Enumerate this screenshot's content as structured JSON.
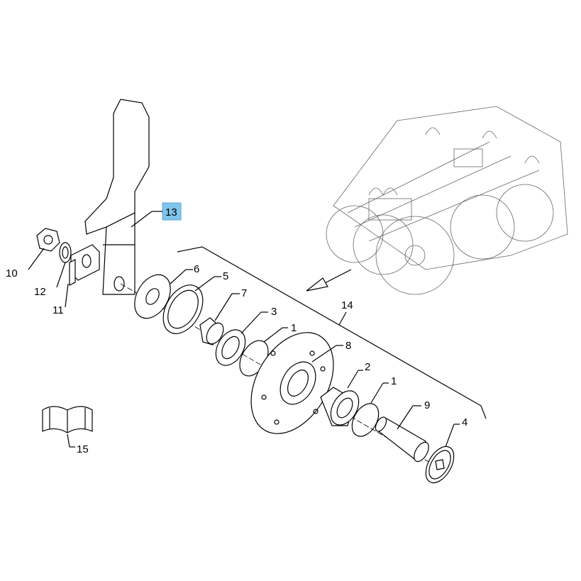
{
  "diagram": {
    "highlight_color": "#7fc4ea",
    "callouts": {
      "c10": "10",
      "c12": "12",
      "c11": "11",
      "c13": "13",
      "c6": "6",
      "c5": "5",
      "c7": "7",
      "c3": "3",
      "c1a": "1",
      "c8": "8",
      "c14": "14",
      "c2": "2",
      "c1b": "1",
      "c9": "9",
      "c4": "4",
      "c15": "15"
    }
  }
}
